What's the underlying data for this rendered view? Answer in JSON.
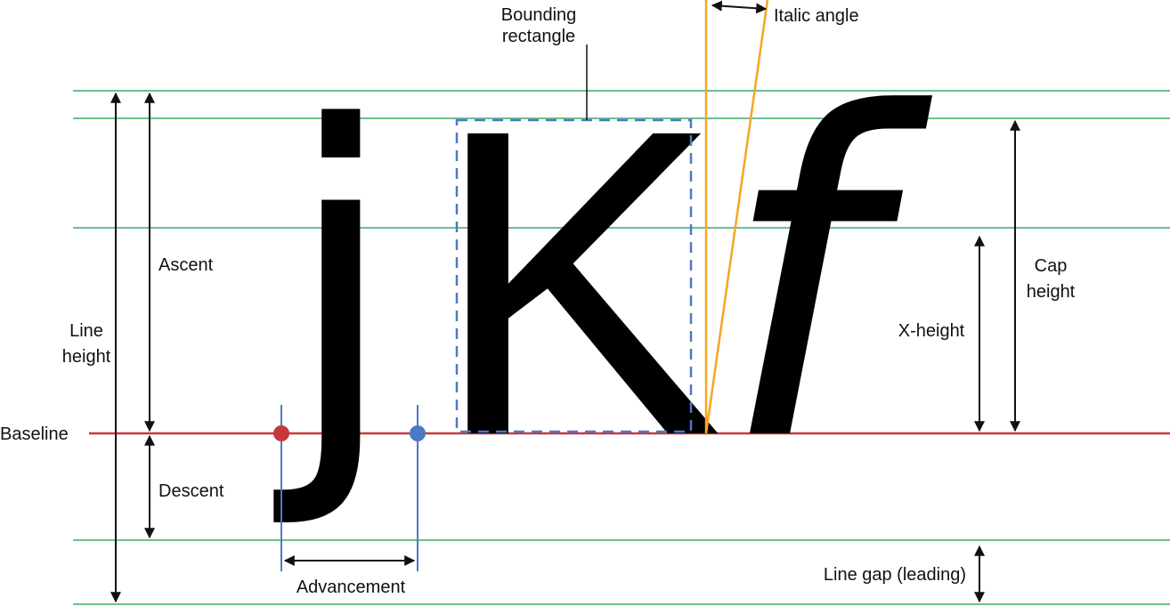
{
  "labels": {
    "bounding_line1": "Bounding",
    "bounding_line2": "rectangle",
    "italic_angle": "Italic angle",
    "ascent": "Ascent",
    "line_height_line1": "Line",
    "line_height_line2": "height",
    "baseline": "Baseline",
    "descent": "Descent",
    "advancement": "Advancement",
    "x_height": "X-height",
    "cap_height_line1": "Cap",
    "cap_height_line2": "height",
    "line_gap": "Line gap (leading)"
  },
  "glyphs": {
    "j": "j",
    "K": "K",
    "f": "f"
  },
  "colors": {
    "guide_line": "#6cbf8f",
    "baseline": "#c8383a",
    "bounding_box": "#4a7bc4",
    "advance_line": "#4a7bc4",
    "advance_start_dot": "#c8383a",
    "advance_end_dot": "#4a7bc4",
    "italic_angle_line": "#f5a623",
    "arrow": "#111111"
  }
}
